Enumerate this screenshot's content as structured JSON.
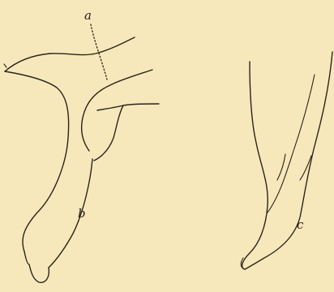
{
  "figure": {
    "labels": {
      "a": "a",
      "b": "b",
      "c": "c"
    }
  },
  "colors": {
    "paper": "#f7e8bc",
    "ink": "#2a2418"
  }
}
